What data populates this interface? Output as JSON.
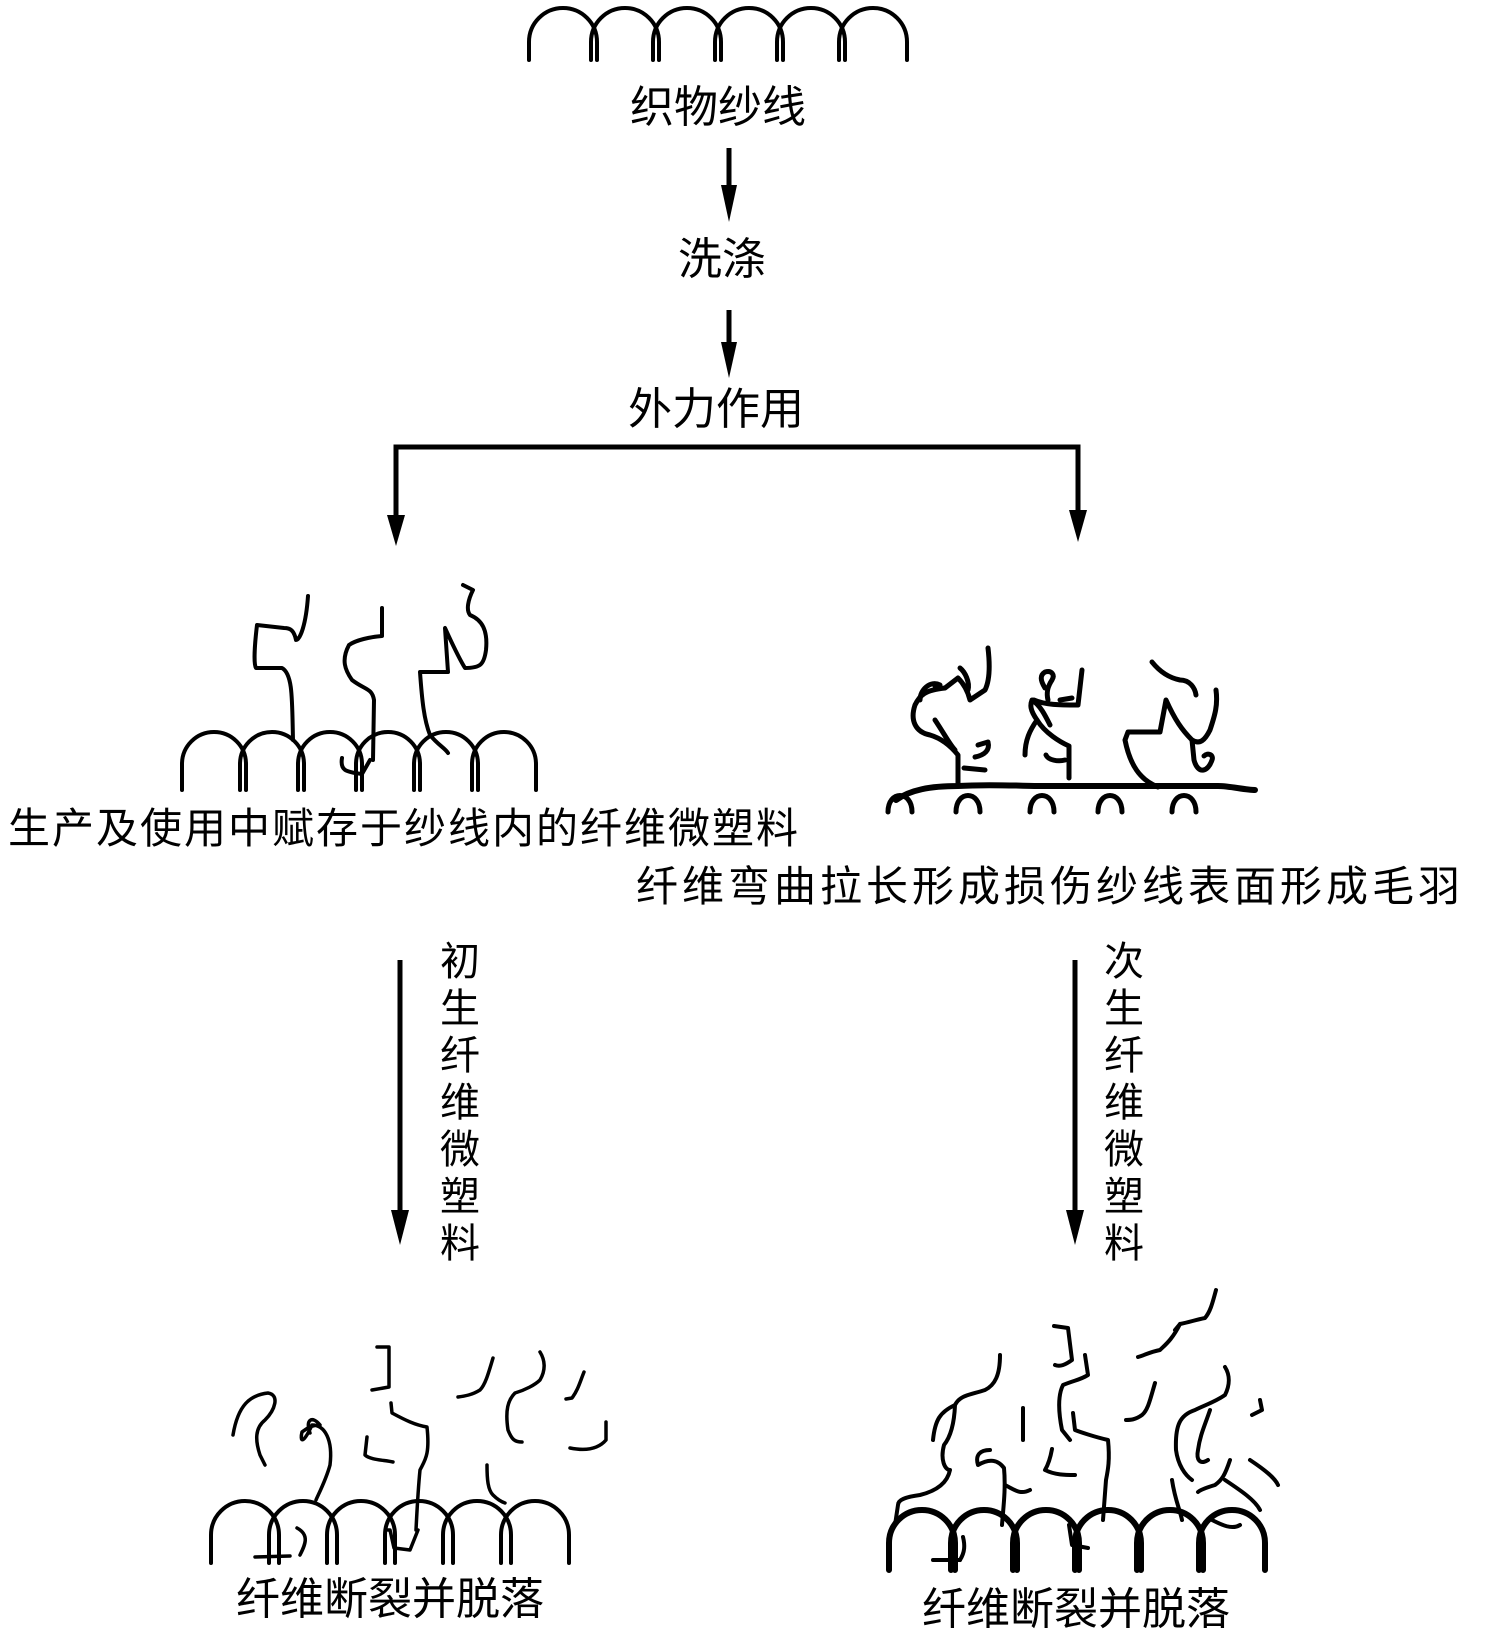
{
  "diagram": {
    "type": "flowchart",
    "title": "",
    "nodes": {
      "yarn": {
        "label": "织物纱线"
      },
      "washing": {
        "label": "洗涤"
      },
      "external_force": {
        "label": "外力作用"
      },
      "left_state": {
        "label": "生产及使用中赋存于纱线内的纤维微塑料"
      },
      "right_state": {
        "label": "纤维弯曲拉长形成损伤纱线表面形成毛羽"
      },
      "left_result": {
        "label": "纤维断裂并脱落"
      },
      "right_result": {
        "label": "纤维断裂并脱落"
      }
    },
    "edges": {
      "yarn_to_washing": {
        "label": ""
      },
      "washing_to_force": {
        "label": ""
      },
      "force_to_left": {
        "label": ""
      },
      "force_to_right": {
        "label": ""
      },
      "left_down": {
        "label": "初生纤维微塑料"
      },
      "right_down": {
        "label": "次生纤维微塑料"
      }
    },
    "icons": {
      "top": "yarn-loops-icon",
      "left_middle": "yarn-with-fibers-icon",
      "right_middle": "damaged-yarn-hairiness-icon",
      "left_bottom": "broken-fibers-icon",
      "right_bottom": "broken-fibers-icon"
    },
    "colors": {
      "ink": "#000000",
      "background": "#ffffff"
    }
  }
}
